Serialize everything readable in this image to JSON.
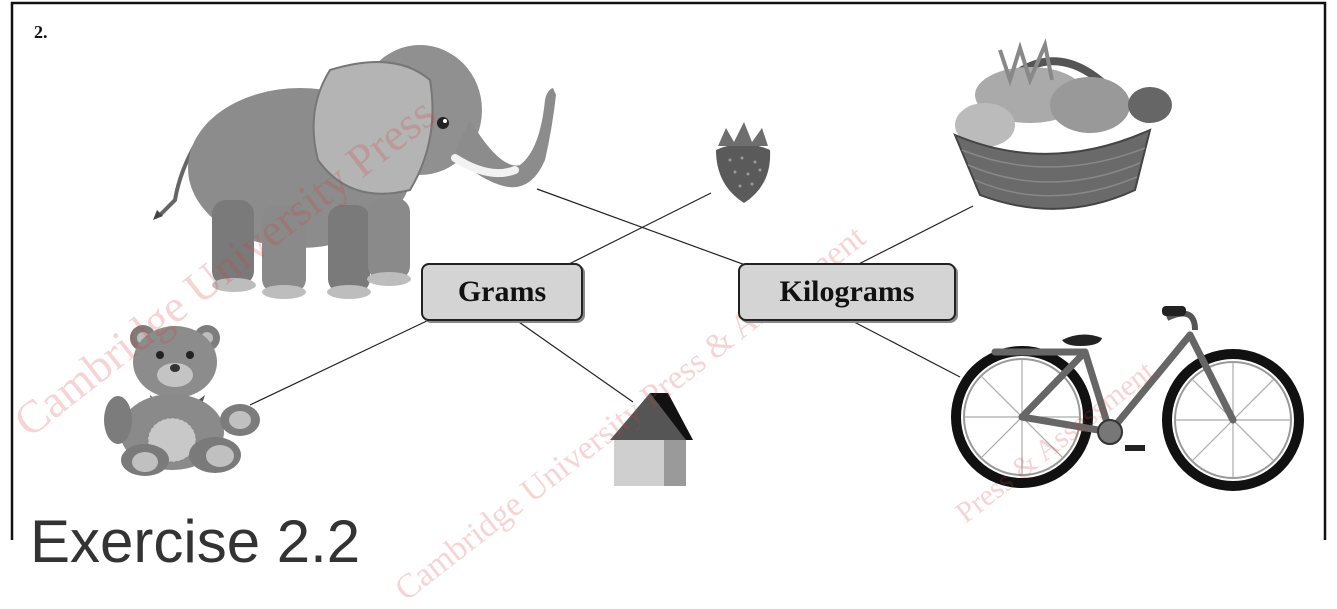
{
  "question": {
    "number": "2."
  },
  "labels": {
    "grams": "Grams",
    "kilograms": "Kilograms"
  },
  "watermarks": [
    "Cambridge University Press",
    "Cambridge University Press & Assessment",
    "Press & Assessment"
  ],
  "pictures": [
    "elephant",
    "strawberry",
    "vegetable-basket",
    "teddy-bear",
    "house-shape",
    "bicycle"
  ],
  "matches": {
    "Grams": [
      "strawberry",
      "teddy-bear",
      "house-shape"
    ],
    "Kilograms": [
      "elephant",
      "vegetable-basket",
      "bicycle"
    ]
  },
  "footer": {
    "partial_text": "Exercise 2.2"
  }
}
